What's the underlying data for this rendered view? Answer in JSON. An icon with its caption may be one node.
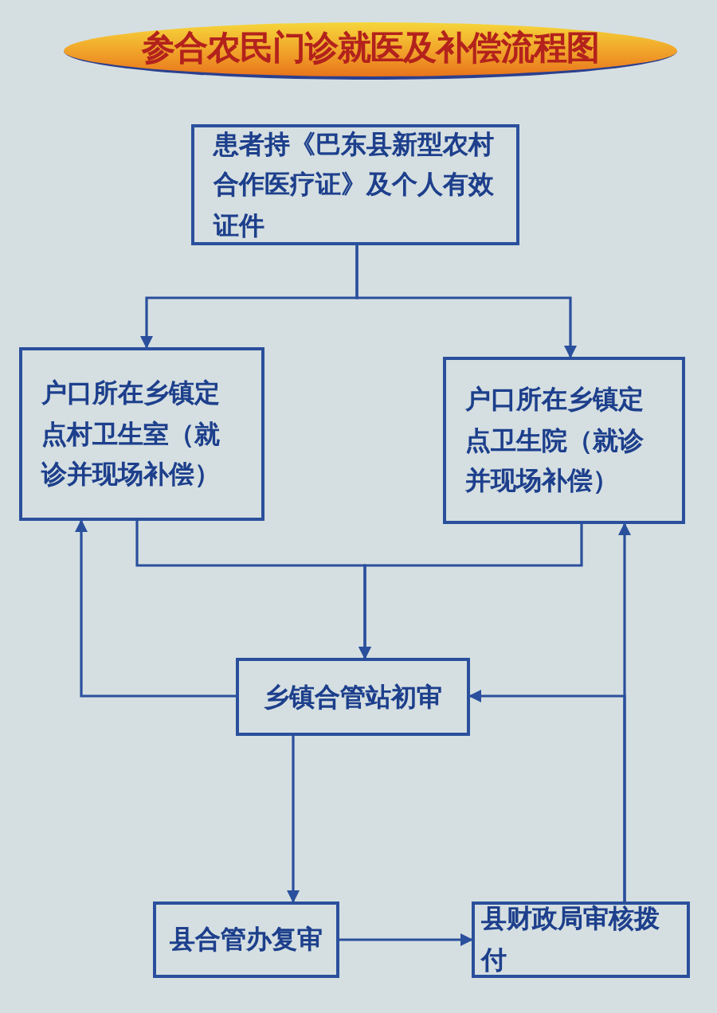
{
  "diagram": {
    "title": "参合农民门诊就医及补偿流程图",
    "nodes": [
      {
        "text": [
          "患者持《巴东县新型农村合作医疗证》及个人有效证件"
        ]
      },
      {
        "text": [
          "户口所在乡镇定点村卫生室（就诊并现场补偿）"
        ]
      },
      {
        "text": [
          "户口所在乡镇定点卫生院（就诊并现场补偿）"
        ]
      },
      {
        "text": [
          "乡镇合管站初审"
        ]
      },
      {
        "text": [
          "县合管办复审"
        ]
      },
      {
        "text": [
          "县财政局审核拨付"
        ]
      }
    ],
    "edges": [
      {
        "from": 0,
        "to": 1,
        "arrow": "to"
      },
      {
        "from": 0,
        "to": 2,
        "arrow": "to"
      },
      {
        "from": 1,
        "to": 3,
        "arrow": "to"
      },
      {
        "from": 2,
        "to": 3,
        "arrow": "to"
      },
      {
        "from": 3,
        "to": 1,
        "arrow": "to"
      },
      {
        "from": 5,
        "to": 3,
        "arrow": "to"
      },
      {
        "from": 5,
        "to": 2,
        "arrow": "to"
      },
      {
        "from": 3,
        "to": 4,
        "arrow": "to"
      },
      {
        "from": 4,
        "to": 5,
        "arrow": "to"
      }
    ]
  }
}
